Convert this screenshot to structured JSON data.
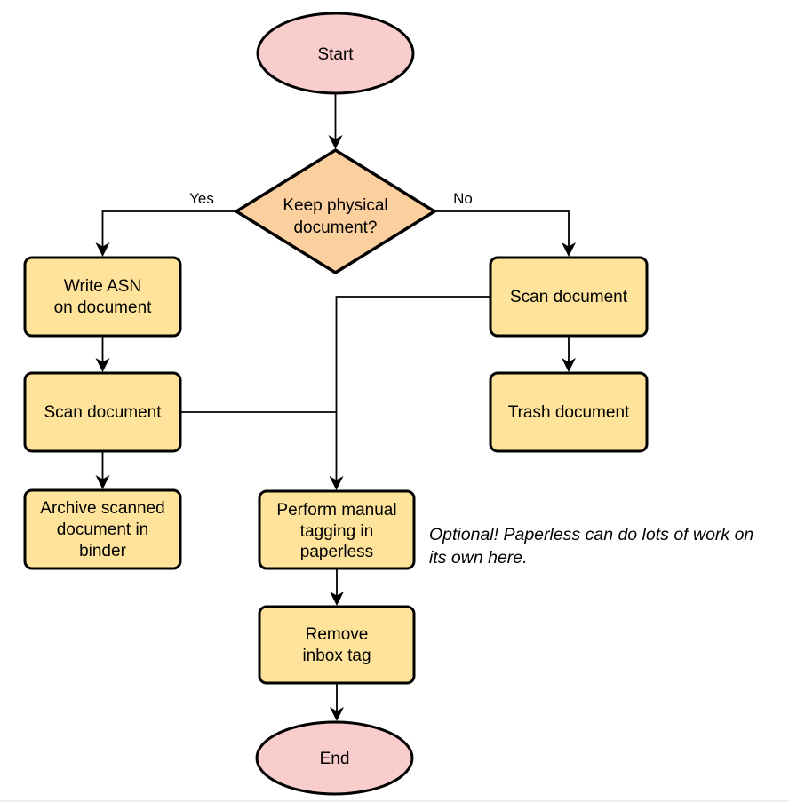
{
  "diagram": {
    "type": "flowchart",
    "colors": {
      "terminator_fill": "#facdcd",
      "decision_fill": "#fccf9e",
      "process_fill": "#ffe39a",
      "stroke": "#000000",
      "bottom_divider": "#e9ecf2"
    },
    "nodes": {
      "start": {
        "label": "Start"
      },
      "decision": {
        "line1": "Keep physical",
        "line2": "document?"
      },
      "write_asn": {
        "line1": "Write ASN",
        "line2": "on document"
      },
      "scan_left": {
        "label": "Scan document"
      },
      "archive": {
        "line1": "Archive scanned",
        "line2": "document in",
        "line3": "binder"
      },
      "scan_right": {
        "label": "Scan document"
      },
      "trash": {
        "label": "Trash document"
      },
      "tagging": {
        "line1": "Perform manual",
        "line2": "tagging in",
        "line3": "paperless"
      },
      "remove_inbox": {
        "line1": "Remove",
        "line2": "inbox tag"
      },
      "end": {
        "label": "End"
      }
    },
    "edge_labels": {
      "yes": "Yes",
      "no": "No"
    },
    "note": {
      "line1": "Optional! Paperless can do lots of work on",
      "line2": "its own here."
    }
  }
}
